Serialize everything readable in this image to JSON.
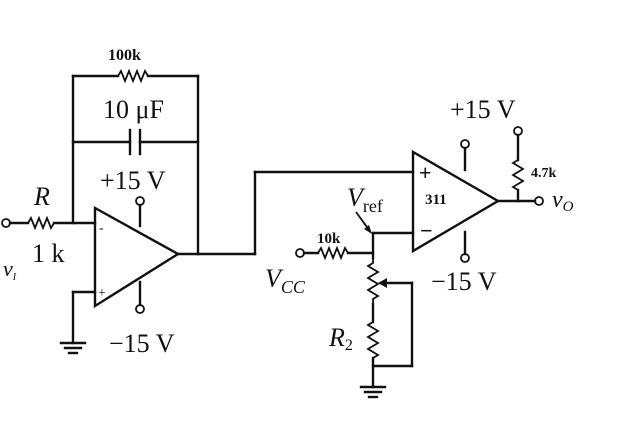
{
  "labels": {
    "r_feedback": "100k",
    "c_feedback": "10 μF",
    "r_input_name": "R",
    "r_input_value": "1 k",
    "input_voltage": "v",
    "input_voltage_sub": "I",
    "opamp1_pos_supply": "+15 V",
    "opamp1_neg_supply": "−15 V",
    "opamp1_minus": "-",
    "opamp1_plus": "+",
    "vref_main": "V",
    "vref_sub": "ref",
    "r_pot_series": "10k",
    "vcc_main": "V",
    "vcc_sub": "CC",
    "r2_main": "R",
    "r2_sub": "2",
    "comparator_name": "311",
    "comparator_plus": "+",
    "comparator_minus": "−",
    "comparator_pos_supply": "+15 V",
    "comparator_neg_supply": "−15 V",
    "r_pullup": "4.7k",
    "output_voltage_main": "v",
    "output_voltage_sub": "O"
  }
}
